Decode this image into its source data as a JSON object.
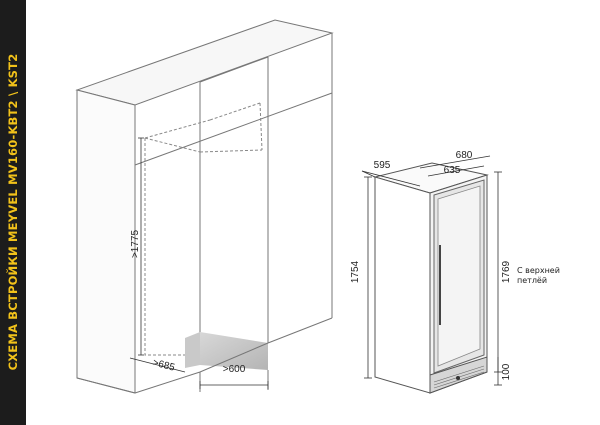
{
  "banner": {
    "title": "СХЕМА ВСТРОЙКИ MEYVEL MV160-KBT2 \\ KST2",
    "title_color": "#f2c21a",
    "background": "#1c1c1c"
  },
  "niche_diagram": {
    "height_label": ">1775",
    "depth_label": ">685",
    "width_label": ">600"
  },
  "appliance_diagram": {
    "width_label": "595",
    "depth_total_label": "680",
    "depth_body_label": "635",
    "height_label": "1754",
    "height_right_label": "1769",
    "plinth_label": "100",
    "hinge_note_line1": "С верхней",
    "hinge_note_line2": "петлёй"
  }
}
